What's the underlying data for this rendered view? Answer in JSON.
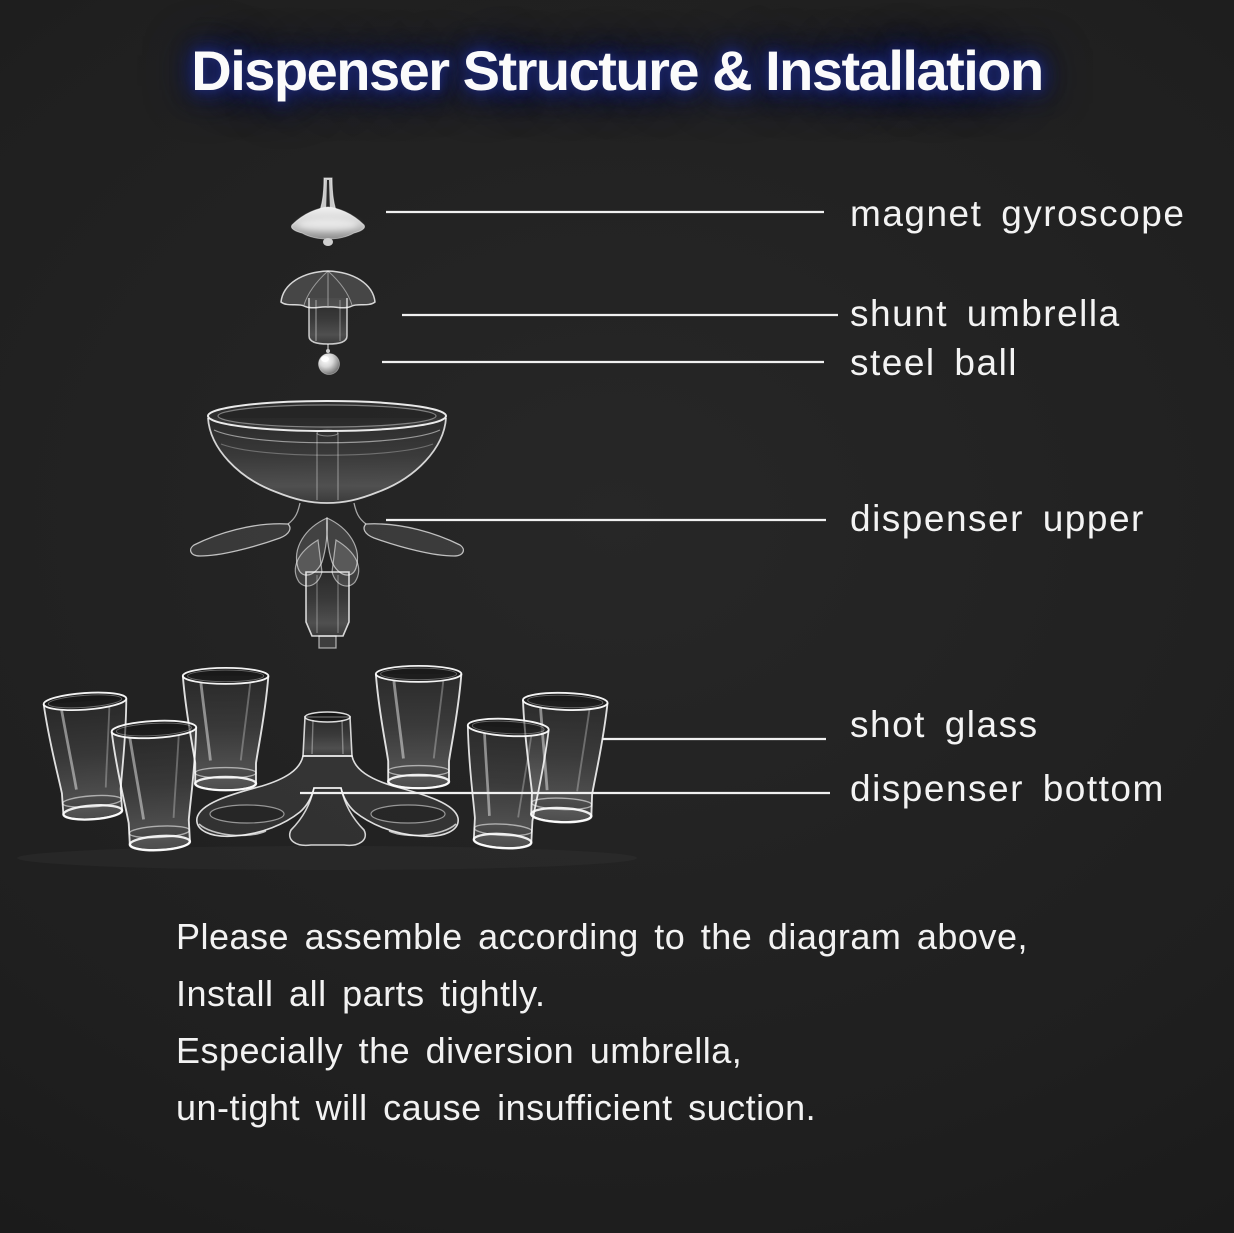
{
  "page": {
    "title": "Dispenser Structure & Installation"
  },
  "colors": {
    "background": "#1f1f1f",
    "text": "#f3f3f3",
    "title_glow": "#1b2464",
    "leader_line": "#f0f0f0"
  },
  "diagram": {
    "labels": [
      {
        "id": "magnet-gyroscope",
        "text": "magnet gyroscope"
      },
      {
        "id": "shunt-umbrella",
        "text": "shunt umbrella"
      },
      {
        "id": "steel-ball",
        "text": "steel ball"
      },
      {
        "id": "dispenser-upper",
        "text": "dispenser upper"
      },
      {
        "id": "shot-glass",
        "text": "shot glass"
      },
      {
        "id": "dispenser-bottom",
        "text": "dispenser bottom"
      }
    ],
    "shot_glass_count": 6
  },
  "instructions": {
    "lines": [
      "Please assemble according to the diagram above,",
      "Install all parts tightly.",
      "Especially the diversion umbrella,",
      "un-tight will cause insufficient suction."
    ]
  }
}
